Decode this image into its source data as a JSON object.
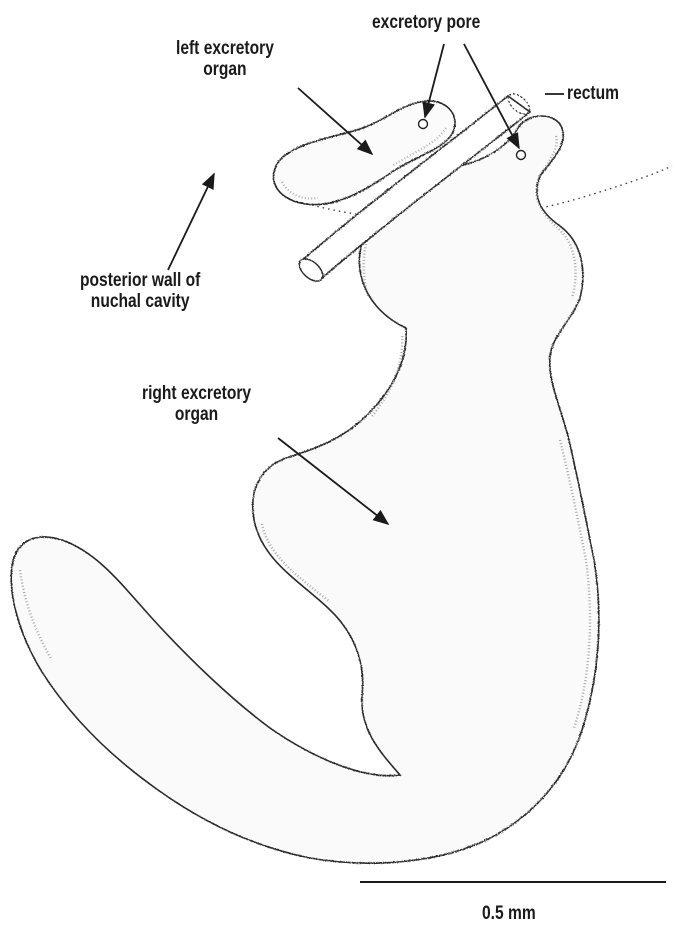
{
  "labels": {
    "excretory_pore": "excretory pore",
    "left_excretory_organ": "left excretory\norgan",
    "rectum": "rectum",
    "posterior_wall": "posterior wall of\nnuchal cavity",
    "right_excretory_organ": "right excretory\norgan"
  },
  "scale_bar": {
    "label": "0.5 mm"
  },
  "colors": {
    "ink": "#1a1a1a",
    "outline": "#2a2a2a",
    "stipple": "#555555",
    "background": "#ffffff"
  }
}
